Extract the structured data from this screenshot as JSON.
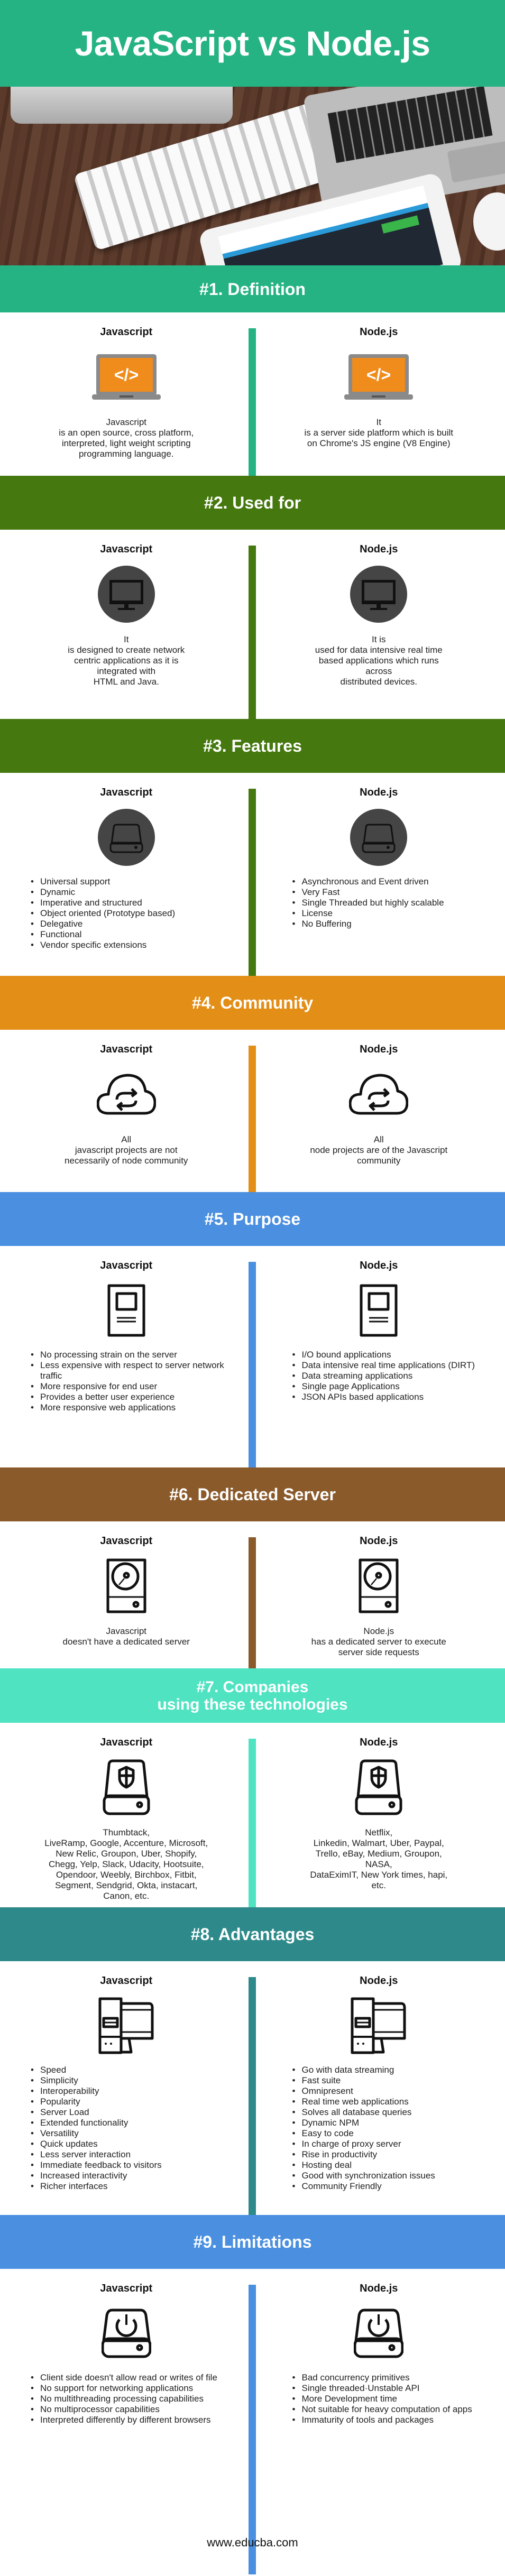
{
  "title": "JavaScript vs Node.js",
  "footer": "www.educba.com",
  "sections": [
    {
      "heading": "#1. Definition",
      "color": "#25b384",
      "icon": "laptop-code-icon",
      "left": {
        "title": "Javascript",
        "lines": [
          "Javascript",
          "is an open source, cross platform,",
          "interpreted, light weight scripting",
          "programming language."
        ]
      },
      "right": {
        "title": "Node.js",
        "lines": [
          "It",
          "is a server side platform which is built",
          "on Chrome's JS engine (V8 Engine)"
        ]
      }
    },
    {
      "heading": "#2. Used for",
      "color": "#45780e",
      "icon": "monitor-icon",
      "left": {
        "title": "Javascript",
        "lines": [
          "It",
          "is designed to create network",
          "centric applications as it is",
          "integrated with",
          "HTML and Java."
        ]
      },
      "right": {
        "title": "Node.js",
        "lines": [
          "It is",
          "used for data intensive real time",
          "based applications which runs",
          "across",
          "distributed devices."
        ]
      }
    },
    {
      "heading": "#3. Features",
      "color": "#45780e",
      "icon": "drive-icon",
      "left": {
        "title": "Javascript",
        "items": [
          "Universal support",
          "Dynamic",
          "Imperative and structured",
          "Object oriented (Prototype based)",
          "Delegative",
          "Functional",
          "Vendor specific extensions"
        ]
      },
      "right": {
        "title": "Node.js",
        "items": [
          "Asynchronous and Event driven",
          "Very Fast",
          "Single Threaded but highly scalable",
          "License",
          "No Buffering"
        ]
      }
    },
    {
      "heading": "#4. Community",
      "color": "#e38e17",
      "icon": "cloud-sync-icon",
      "left": {
        "title": "Javascript",
        "lines": [
          "All",
          "javascript projects are not",
          "necessarily of node community"
        ]
      },
      "right": {
        "title": "Node.js",
        "lines": [
          "All",
          "node projects are of the Javascript",
          "community"
        ]
      }
    },
    {
      "heading": "#5. Purpose",
      "color": "#4a8fe0",
      "icon": "document-icon",
      "left": {
        "title": "Javascript",
        "items": [
          "No processing strain on the server",
          "Less expensive with respect to server network traffic",
          "More responsive for end user",
          "Provides a better user experience",
          "More responsive web applications"
        ]
      },
      "right": {
        "title": "Node.js",
        "items": [
          "I/O bound applications",
          "Data intensive real time applications (DIRT)",
          "Data streaming applications",
          "Single page Applications",
          "JSON APIs based applications"
        ]
      }
    },
    {
      "heading": "#6. Dedicated Server",
      "color": "#8a5a2b",
      "icon": "hard-disk-icon",
      "left": {
        "title": "Javascript",
        "lines": [
          "Javascript",
          "doesn't have a dedicated server"
        ]
      },
      "right": {
        "title": "Node.js",
        "lines": [
          "Node.js",
          "has a dedicated server to execute",
          "server side requests"
        ]
      }
    },
    {
      "heading": "#7. Companies\nusing these technologies",
      "color": "#50e3c2",
      "icon": "shield-drive-icon",
      "left": {
        "title": "Javascript",
        "lines": [
          "Thumbtack,",
          "LiveRamp, Google, Accenture, Microsoft,",
          "New Relic, Groupon, Uber, Shopify,",
          "Chegg, Yelp, Slack, Udacity, Hootsuite,",
          "Opendoor, Weebly, Birchbox, Fitbit,",
          "Segment, Sendgrid, Okta, instacart,",
          "Canon, etc."
        ]
      },
      "right": {
        "title": "Node.js",
        "lines": [
          "Netflix,",
          "Linkedin, Walmart, Uber, Paypal,",
          "Trello, eBay, Medium, Groupon,",
          "NASA,",
          "DataEximIT, New York times, hapi,",
          "etc."
        ]
      }
    },
    {
      "heading": "#8. Advantages",
      "color": "#2e8a8a",
      "icon": "desktop-tower-icon",
      "left": {
        "title": "Javascript",
        "items": [
          "Speed",
          "Simplicity",
          "Interoperability",
          "Popularity",
          "Server Load",
          "Extended functionality",
          "Versatility",
          "Quick updates",
          "Less server interaction",
          "Immediate feedback to visitors",
          "Increased interactivity",
          "Richer interfaces"
        ]
      },
      "right": {
        "title": "Node.js",
        "items": [
          "Go with data streaming",
          "Fast suite",
          "Omnipresent",
          "Real time web applications",
          "Solves all database queries",
          "Dynamic NPM",
          "Easy to code",
          "In charge of proxy server",
          "Rise in productivity",
          "Hosting deal",
          "Good with synchronization issues",
          "Community Friendly"
        ]
      }
    },
    {
      "heading": "#9. Limitations",
      "color": "#4a8fe0",
      "icon": "power-drive-icon",
      "left": {
        "title": "Javascript",
        "items": [
          "Client side doesn't allow read or writes of file",
          "No support for networking applications",
          "No multithreading processing capabilities",
          "No multiprocessor capabilities",
          "Interpreted differently by different browsers"
        ]
      },
      "right": {
        "title": "Node.js",
        "items": [
          "Bad concurrency primitives",
          "Single threaded·Unstable API",
          "More Development time",
          "Not suitable for heavy computation of apps",
          "Immaturity of tools and packages"
        ]
      }
    }
  ]
}
